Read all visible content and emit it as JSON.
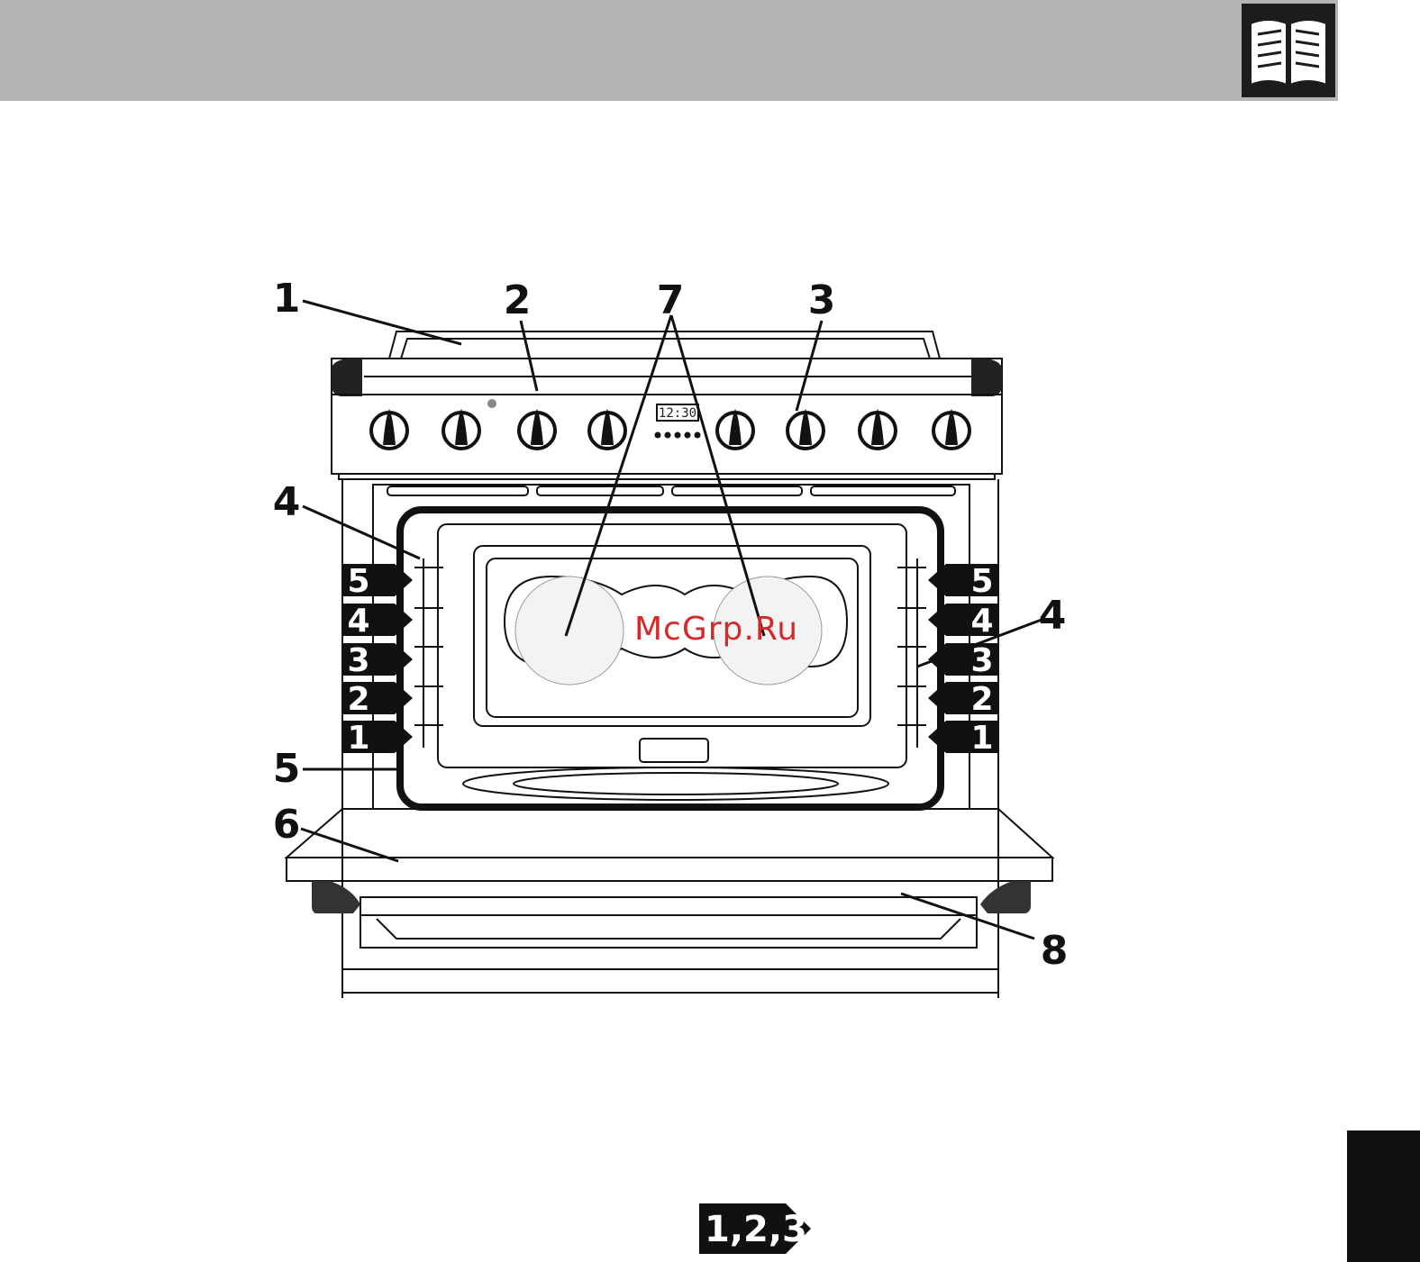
{
  "callouts": {
    "c1": "1",
    "c2": "2",
    "c3": "3",
    "c4_left": "4",
    "c4_right": "4",
    "c5": "5",
    "c6": "6",
    "c7": "7",
    "c8": "8"
  },
  "shelf_levels_left": [
    "5",
    "4",
    "3",
    "2",
    "1"
  ],
  "shelf_levels_right": [
    "5",
    "4",
    "3",
    "2",
    "1"
  ],
  "clock_display": "12:30",
  "watermark": "McGrp.Ru",
  "footer_badge": "1,2,3..",
  "icons": {
    "header": "open-book-icon"
  },
  "colors": {
    "header_bar": "#b4b4b4",
    "dark": "#111111",
    "watermark": "#d62a2a"
  }
}
